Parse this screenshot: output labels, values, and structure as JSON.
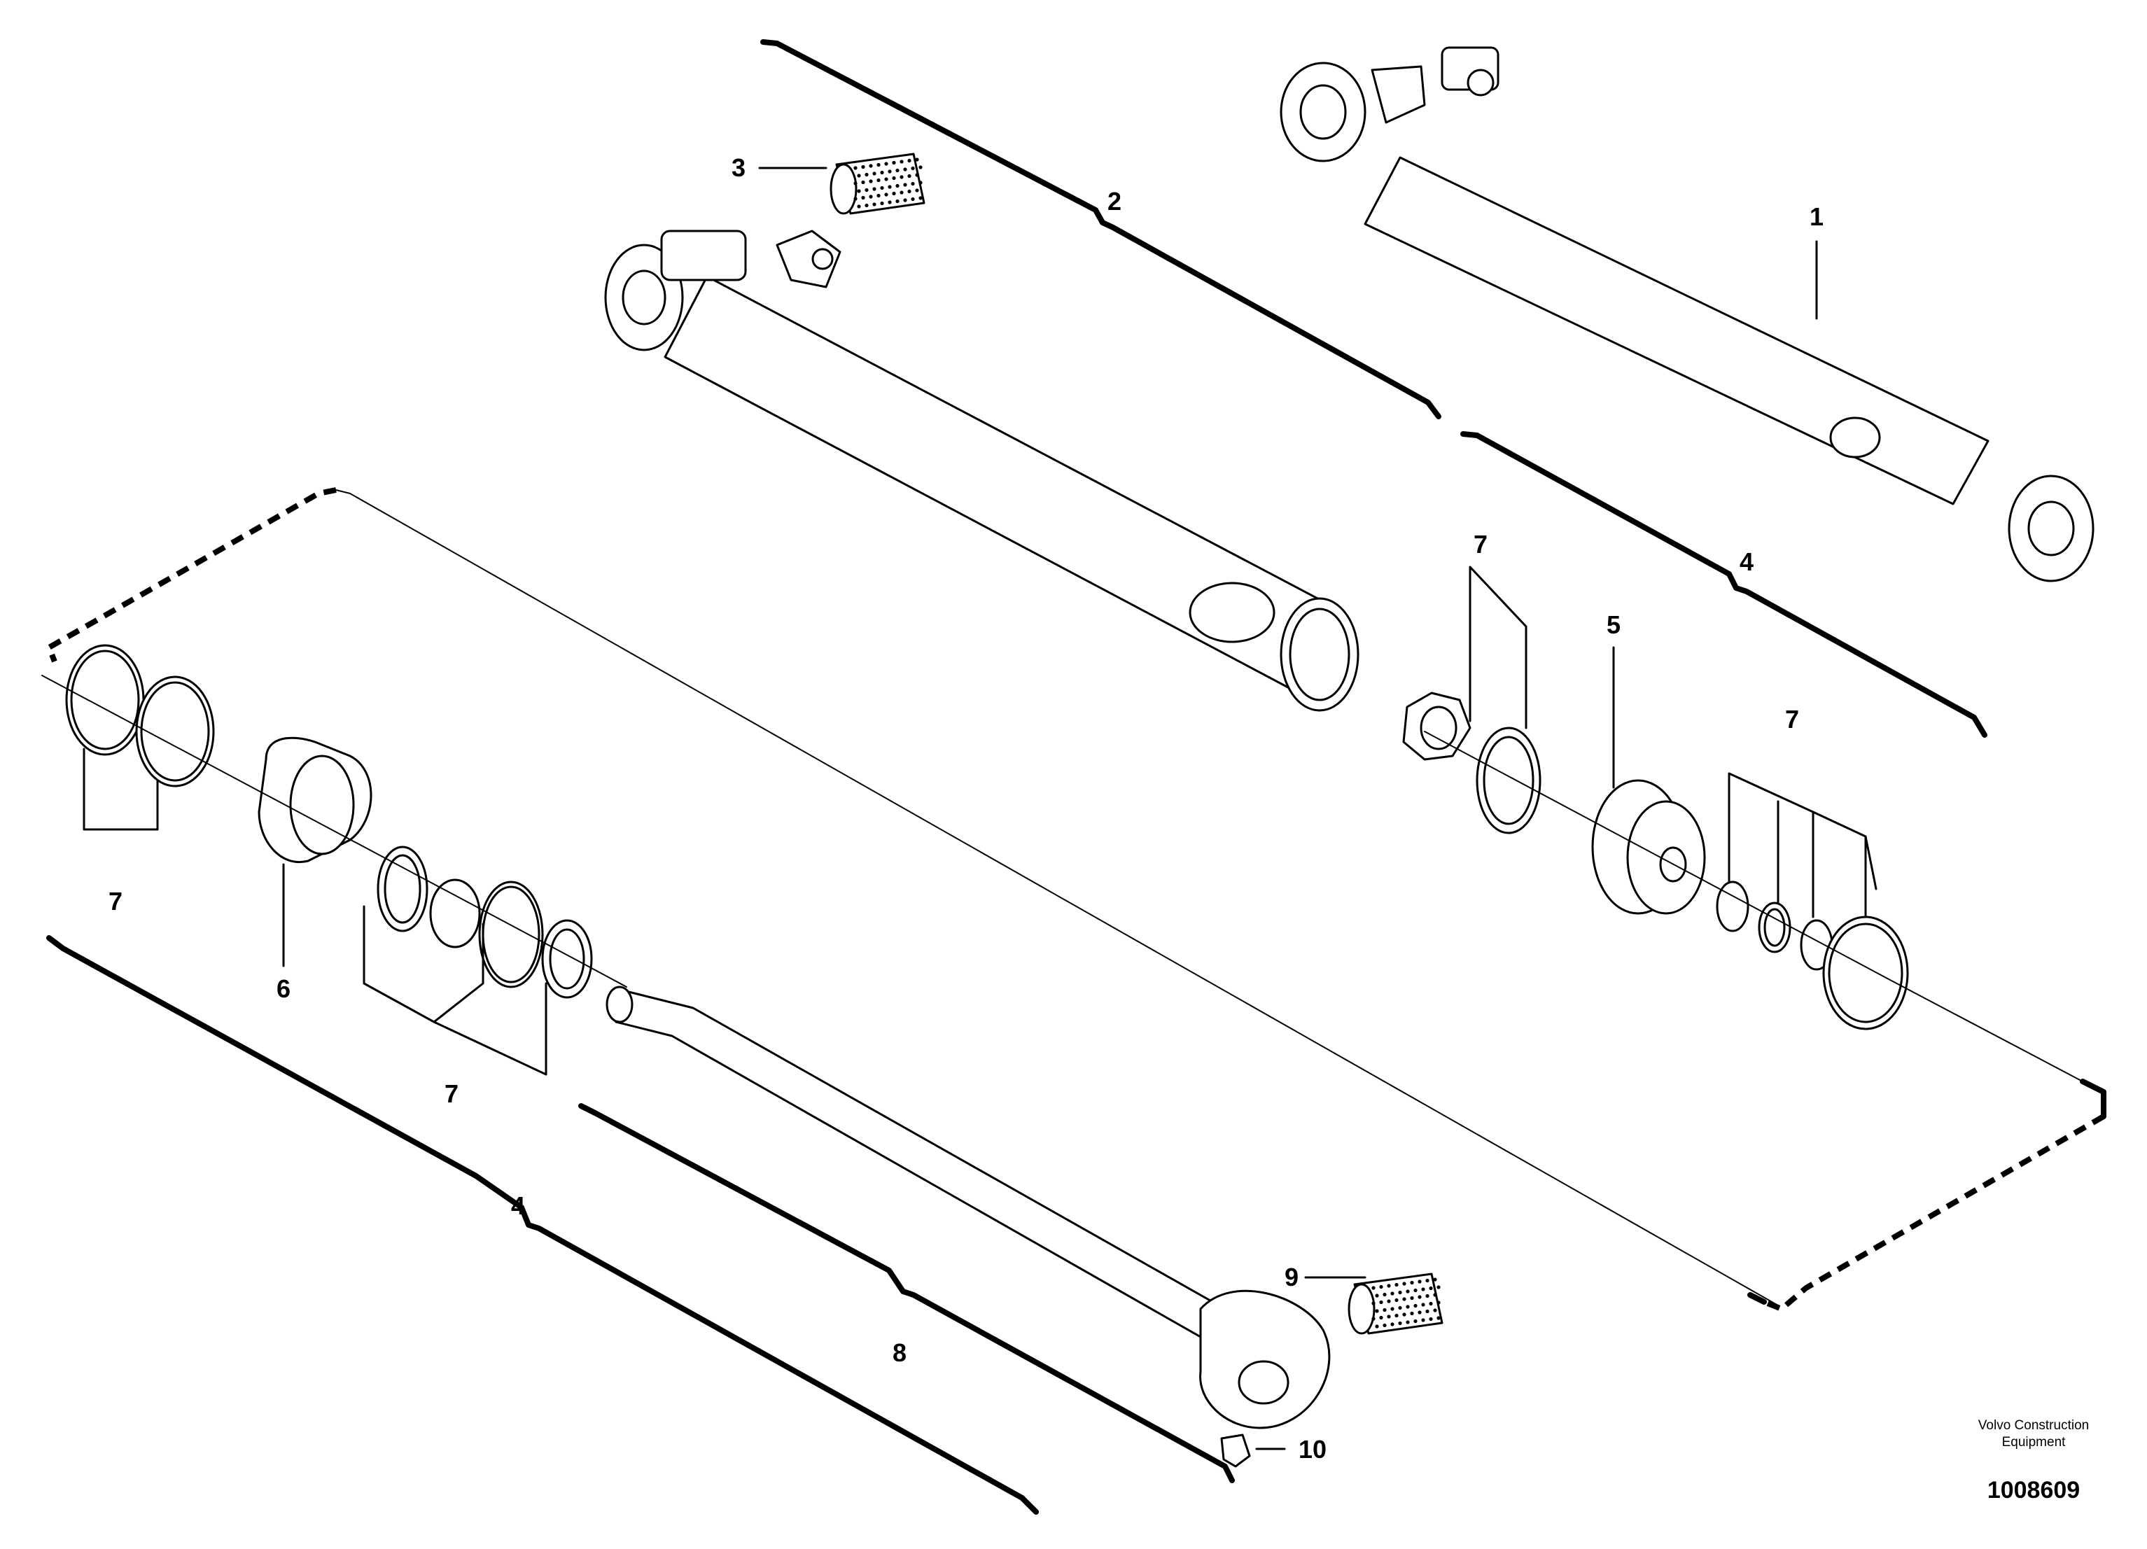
{
  "diagram": {
    "callouts": [
      {
        "id": "cylinder-assembly",
        "text": "1"
      },
      {
        "id": "cylinder-tube",
        "text": "2"
      },
      {
        "id": "bushing-top",
        "text": "3"
      },
      {
        "id": "seal-kit-right",
        "text": "4"
      },
      {
        "id": "seal-kit-left",
        "text": "4"
      },
      {
        "id": "piston",
        "text": "5"
      },
      {
        "id": "cylinder-head",
        "text": "6"
      },
      {
        "id": "seals-nut",
        "text": "7"
      },
      {
        "id": "seals-piston",
        "text": "7"
      },
      {
        "id": "seals-head-orings",
        "text": "7"
      },
      {
        "id": "seals-head-inner",
        "text": "7"
      },
      {
        "id": "piston-rod",
        "text": "8"
      },
      {
        "id": "bushing-rod",
        "text": "9"
      },
      {
        "id": "grease-nipple",
        "text": "10"
      }
    ]
  },
  "footer": {
    "brand_line1": "Volvo Construction",
    "brand_line2": "Equipment",
    "drawing_number": "1008609"
  }
}
